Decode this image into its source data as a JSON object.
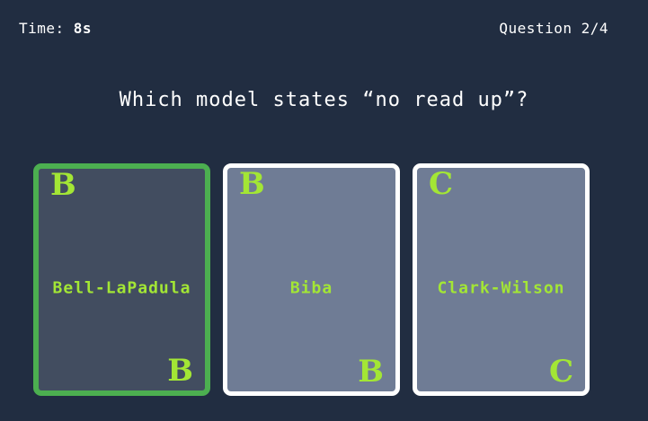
{
  "header": {
    "time_label": "Time: ",
    "time_value": "8s",
    "question_counter": "Question 2/4"
  },
  "question": "Which model states “no read up”?",
  "cards": [
    {
      "letter": "B",
      "label": "Bell-LaPadula",
      "state": "selected"
    },
    {
      "letter": "B",
      "label": "Biba",
      "state": "default"
    },
    {
      "letter": "C",
      "label": "Clark-Wilson",
      "state": "default"
    }
  ],
  "colors": {
    "background": "#212d41",
    "text": "#ffffff",
    "accent_text": "#a3e635",
    "selected_border": "#4caf50",
    "selected_card_bg": "#424d60",
    "default_border": "#ffffff",
    "default_card_bg": "#6f7c95"
  }
}
